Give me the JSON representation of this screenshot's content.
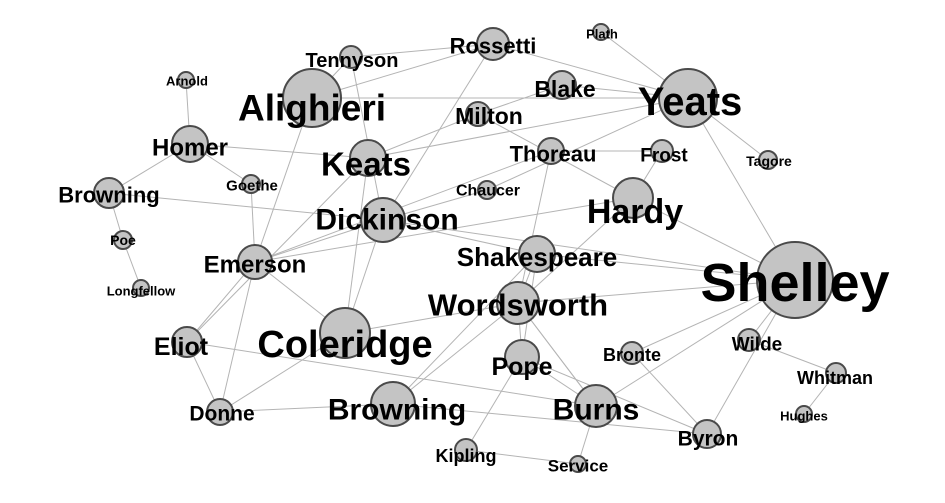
{
  "graph": {
    "nodes": [
      {
        "id": "shelley",
        "label": "Shelley"
      },
      {
        "id": "yeats",
        "label": "Yeats"
      },
      {
        "id": "alighieri",
        "label": "Alighieri"
      },
      {
        "id": "coleridge",
        "label": "Coleridge"
      },
      {
        "id": "wordsworth",
        "label": "Wordsworth"
      },
      {
        "id": "hardy",
        "label": "Hardy"
      },
      {
        "id": "dickinson",
        "label": "Dickinson"
      },
      {
        "id": "keats",
        "label": "Keats"
      },
      {
        "id": "browning2",
        "label": "Browning"
      },
      {
        "id": "burns",
        "label": "Burns"
      },
      {
        "id": "shakespeare",
        "label": "Shakespeare"
      },
      {
        "id": "emerson",
        "label": "Emerson"
      },
      {
        "id": "homer",
        "label": "Homer"
      },
      {
        "id": "browning1",
        "label": "Browning"
      },
      {
        "id": "eliot",
        "label": "Eliot"
      },
      {
        "id": "pope",
        "label": "Pope"
      },
      {
        "id": "rossetti",
        "label": "Rossetti"
      },
      {
        "id": "blake",
        "label": "Blake"
      },
      {
        "id": "milton",
        "label": "Milton"
      },
      {
        "id": "thoreau",
        "label": "Thoreau"
      },
      {
        "id": "frost",
        "label": "Frost"
      },
      {
        "id": "byron",
        "label": "Byron"
      },
      {
        "id": "tennyson",
        "label": "Tennyson"
      },
      {
        "id": "donne",
        "label": "Donne"
      },
      {
        "id": "bronte",
        "label": "Bronte"
      },
      {
        "id": "wilde",
        "label": "Wilde"
      },
      {
        "id": "whitman",
        "label": "Whitman"
      },
      {
        "id": "kipling",
        "label": "Kipling"
      },
      {
        "id": "service",
        "label": "Service"
      },
      {
        "id": "chaucer",
        "label": "Chaucer"
      },
      {
        "id": "goethe",
        "label": "Goethe"
      },
      {
        "id": "poe",
        "label": "Poe"
      },
      {
        "id": "tagore",
        "label": "Tagore"
      },
      {
        "id": "plath",
        "label": "Plath"
      },
      {
        "id": "arnold",
        "label": "Arnold"
      },
      {
        "id": "longfellow",
        "label": "Longfellow"
      },
      {
        "id": "hughes",
        "label": "Hughes"
      }
    ],
    "edges": [
      [
        "homer",
        "browning1"
      ],
      [
        "homer",
        "goethe"
      ],
      [
        "browning1",
        "poe"
      ],
      [
        "longfellow",
        "poe"
      ],
      [
        "homer",
        "arnold"
      ],
      [
        "homer",
        "keats"
      ],
      [
        "browning1",
        "dickinson"
      ],
      [
        "goethe",
        "emerson"
      ],
      [
        "alighieri",
        "emerson"
      ],
      [
        "alighieri",
        "rossetti"
      ],
      [
        "alighieri",
        "tennyson"
      ],
      [
        "alighieri",
        "yeats"
      ],
      [
        "tennyson",
        "rossetti"
      ],
      [
        "tennyson",
        "dickinson"
      ],
      [
        "rossetti",
        "yeats"
      ],
      [
        "rossetti",
        "dickinson"
      ],
      [
        "plath",
        "yeats"
      ],
      [
        "blake",
        "yeats"
      ],
      [
        "milton",
        "blake"
      ],
      [
        "milton",
        "hardy"
      ],
      [
        "keats",
        "milton"
      ],
      [
        "keats",
        "yeats"
      ],
      [
        "thoreau",
        "emerson"
      ],
      [
        "thoreau",
        "frost"
      ],
      [
        "thoreau",
        "wordsworth"
      ],
      [
        "chaucer",
        "yeats"
      ],
      [
        "chaucer",
        "dickinson"
      ],
      [
        "frost",
        "hardy"
      ],
      [
        "hardy",
        "emerson"
      ],
      [
        "hardy",
        "shelley"
      ],
      [
        "hardy",
        "wordsworth"
      ],
      [
        "shelley",
        "yeats"
      ],
      [
        "shelley",
        "wordsworth"
      ],
      [
        "shelley",
        "shakespeare"
      ],
      [
        "shelley",
        "dickinson"
      ],
      [
        "shelley",
        "bronte"
      ],
      [
        "shelley",
        "burns"
      ],
      [
        "shelley",
        "wilde"
      ],
      [
        "shelley",
        "byron"
      ],
      [
        "tagore",
        "yeats"
      ],
      [
        "wilde",
        "whitman"
      ],
      [
        "whitman",
        "hughes"
      ],
      [
        "dickinson",
        "emerson"
      ],
      [
        "dickinson",
        "shakespeare"
      ],
      [
        "dickinson",
        "coleridge"
      ],
      [
        "shakespeare",
        "wordsworth"
      ],
      [
        "shakespeare",
        "pope"
      ],
      [
        "shakespeare",
        "browning2"
      ],
      [
        "emerson",
        "eliot"
      ],
      [
        "emerson",
        "donne"
      ],
      [
        "coleridge",
        "emerson"
      ],
      [
        "coleridge",
        "keats"
      ],
      [
        "coleridge",
        "wordsworth"
      ],
      [
        "coleridge",
        "donne"
      ],
      [
        "wordsworth",
        "pope"
      ],
      [
        "wordsworth",
        "browning2"
      ],
      [
        "wordsworth",
        "burns"
      ],
      [
        "pope",
        "burns"
      ],
      [
        "pope",
        "byron"
      ],
      [
        "pope",
        "kipling"
      ],
      [
        "eliot",
        "keats"
      ],
      [
        "eliot",
        "burns"
      ],
      [
        "donne",
        "eliot"
      ],
      [
        "donne",
        "browning2"
      ],
      [
        "browning2",
        "byron"
      ],
      [
        "kipling",
        "service"
      ],
      [
        "service",
        "burns"
      ],
      [
        "bronte",
        "byron"
      ],
      [
        "burns",
        "wordsworth"
      ]
    ]
  }
}
